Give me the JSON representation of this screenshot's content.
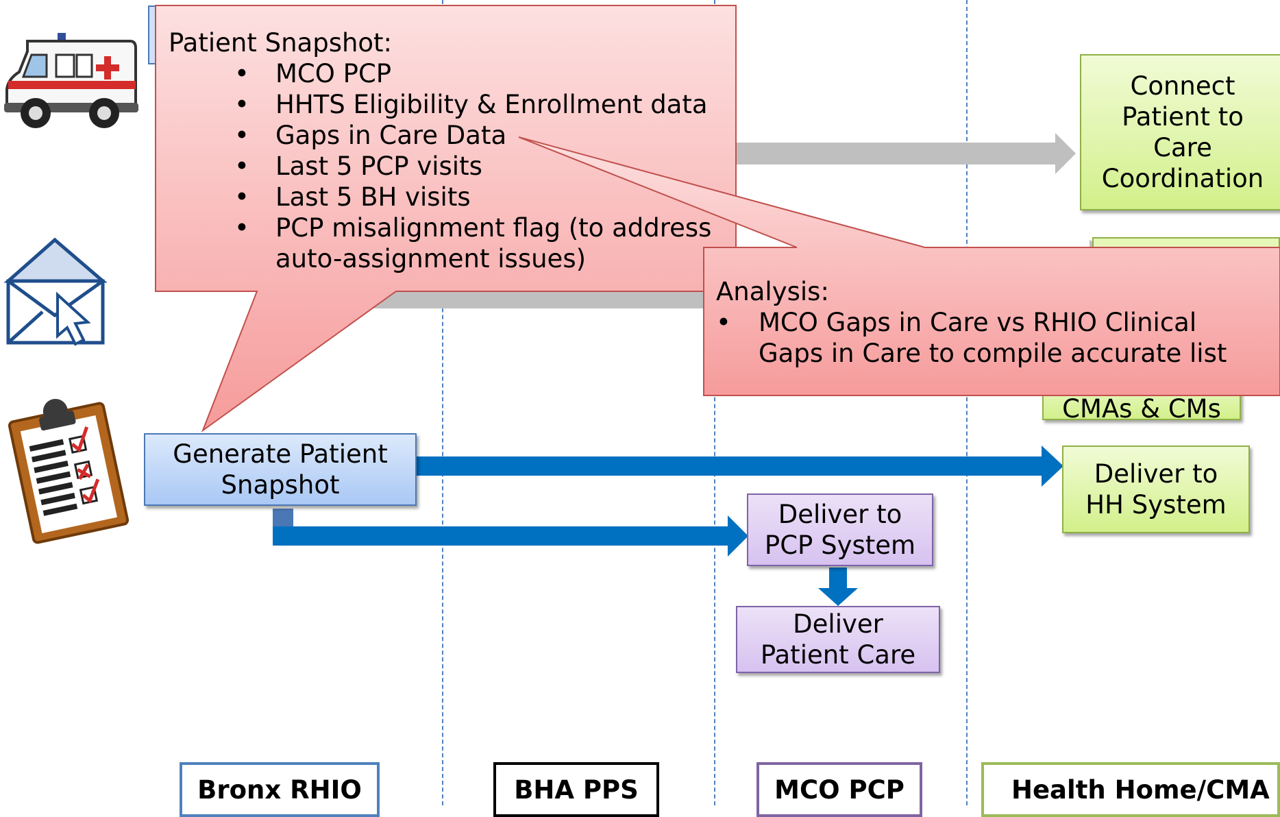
{
  "colors": {
    "divider": "#4f81bd",
    "arrow_blue": "#0070c0",
    "arrow_gray": "#bfbfbf",
    "callout_fill": "#f9a3a3",
    "callout_border": "#c0504d",
    "lane_rhio": "#4f81bd",
    "lane_bha": "#000000",
    "lane_mco": "#8064a2",
    "lane_hh": "#9bbb59"
  },
  "icons": [
    "ambulance-icon",
    "email-icon",
    "clipboard-checklist-icon"
  ],
  "lanes": {
    "bronx_rhio": "Bronx RHIO",
    "bha_pps": "BHA PPS",
    "mco_pcp": "MCO PCP",
    "health_home": "Health Home/CMA"
  },
  "boxes": {
    "generate_line1": "Generate Patient",
    "generate_line2": "Snapshot",
    "connect_line1": "Connect",
    "connect_line2": "Patient to",
    "connect_line3": "Care",
    "connect_line4": "Coordination",
    "cmas_partial": "CMAs & CMs",
    "deliver_hh_line1": "Deliver to",
    "deliver_hh_line2": "HH System",
    "deliver_pcp_line1": "Deliver to",
    "deliver_pcp_line2": "PCP System",
    "deliver_care_line1": "Deliver",
    "deliver_care_line2": "Patient Care"
  },
  "callout_snapshot": {
    "title": "Patient Snapshot:",
    "bullet": "•",
    "items": [
      "MCO PCP",
      "HHTS Eligibility & Enrollment data",
      "Gaps in Care Data",
      "Last 5 PCP visits",
      "Last 5 BH visits",
      "PCP misalignment flag (to address",
      "auto-assignment issues)"
    ]
  },
  "callout_analysis": {
    "title": "Analysis:",
    "bullet": "•",
    "line1": "MCO Gaps in Care vs RHIO Clinical",
    "line2": "Gaps in Care to compile accurate list"
  }
}
